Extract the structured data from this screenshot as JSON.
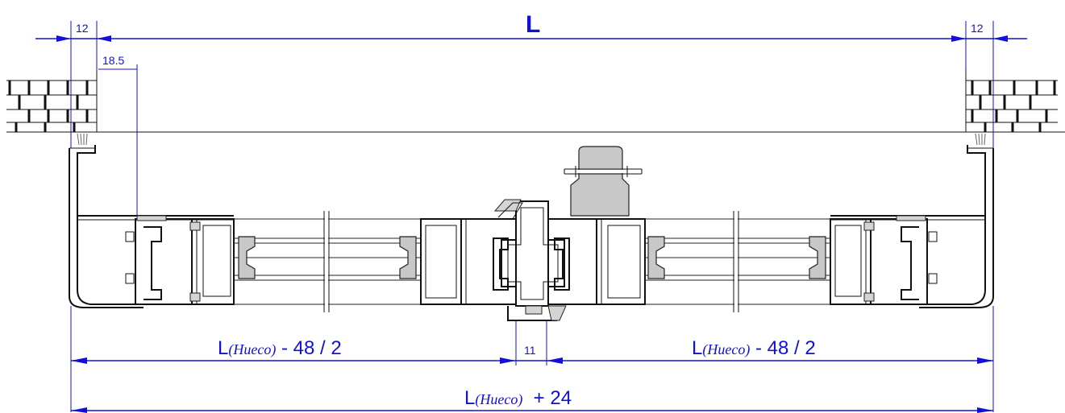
{
  "dimensions": {
    "total_label": "L",
    "left_gap": "12",
    "right_gap": "12",
    "offset": "18.5",
    "center_gap": "11",
    "left_leaf": {
      "prefix": "L",
      "sub": "(Hueco)",
      "suffix": " - 48 / 2"
    },
    "right_leaf": {
      "prefix": "L",
      "sub": "(Hueco)",
      "suffix": " - 48 / 2"
    },
    "overall": {
      "prefix": "L",
      "sub": "(Hueco)",
      "suffix": "  + 24"
    }
  },
  "colors": {
    "dimension": "#1010d8",
    "profile": "#111111",
    "gasket": "#c8c8c8"
  }
}
